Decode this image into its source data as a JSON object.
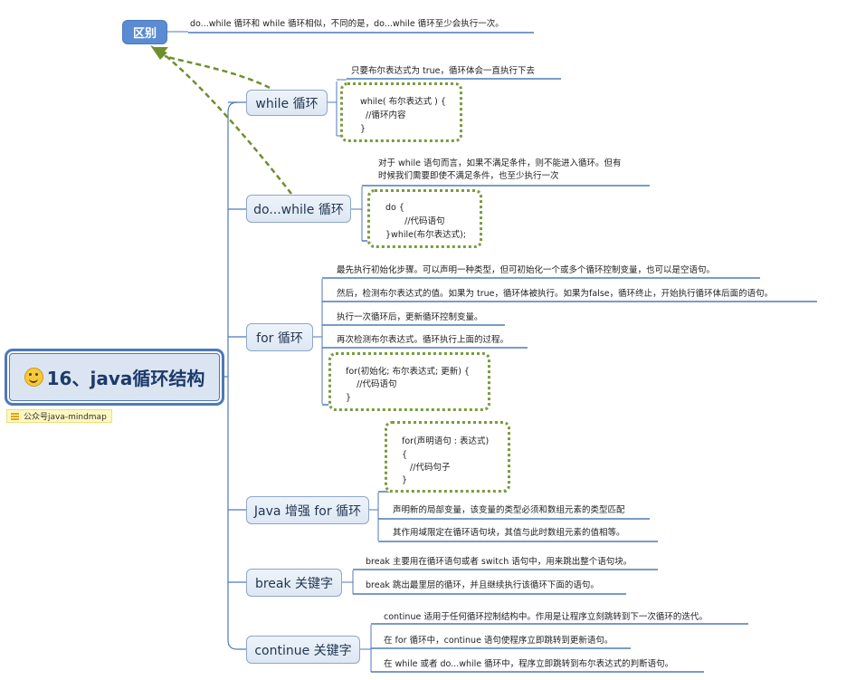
{
  "root": {
    "title": "16、java循环结构",
    "badge": "公众号java-mindmap"
  },
  "diff": {
    "label": "区别",
    "text": "do...while 循环和 while 循环相似，不同的是，do...while 循环至少会执行一次。"
  },
  "branches": [
    {
      "label": "while 循环",
      "notes": [
        "只要布尔表达式为 true，循环体会一直执行下去"
      ],
      "code": [
        "while( 布尔表达式 ) {",
        "  //循环内容",
        "}"
      ]
    },
    {
      "label": "do...while 循环",
      "notes": [
        "对于 while 语句而言，如果不满足条件，则不能进入循环。但有",
        "时候我们需要即使不满足条件，也至少执行一次"
      ],
      "code": [
        "do {",
        "       //代码语句",
        "}while(布尔表达式);"
      ]
    },
    {
      "label": "for 循环",
      "notes": [
        "最先执行初始化步骤。可以声明一种类型，但可初始化一个或多个循环控制变量，也可以是空语句。",
        "然后，检测布尔表达式的值。如果为 true，循环体被执行。如果为false，循环终止，开始执行循环体后面的语句。",
        "执行一次循环后，更新循环控制变量。",
        "再次检测布尔表达式。循环执行上面的过程。"
      ],
      "code": [
        "for(初始化; 布尔表达式; 更新) {",
        "    //代码语句",
        "}"
      ]
    },
    {
      "label": "Java 增强 for 循环",
      "code": [
        "for(声明语句 : 表达式)",
        "{",
        "   //代码句子",
        "}"
      ],
      "notes": [
        "声明新的局部变量，该变量的类型必须和数组元素的类型匹配",
        "其作用域限定在循环语句块，其值与此时数组元素的值相等。"
      ]
    },
    {
      "label": "break 关键字",
      "notes": [
        "break 主要用在循环语句或者 switch 语句中，用来跳出整个语句块。",
        "break 跳出最里层的循环，并且继续执行该循环下面的语句。"
      ]
    },
    {
      "label": "continue 关键字",
      "notes": [
        "continue 适用于任何循环控制结构中。作用是让程序立刻跳转到下一次循环的迭代。",
        "在 for 循环中，continue 语句使程序立即跳转到更新语句。",
        "在 while 或者 do...while 循环中，程序立即跳转到布尔表达式的判断语句。"
      ]
    }
  ],
  "colors": {
    "accent": "#4d79b7",
    "line": "#4f7ab8",
    "relation": "#6f8f2e"
  }
}
